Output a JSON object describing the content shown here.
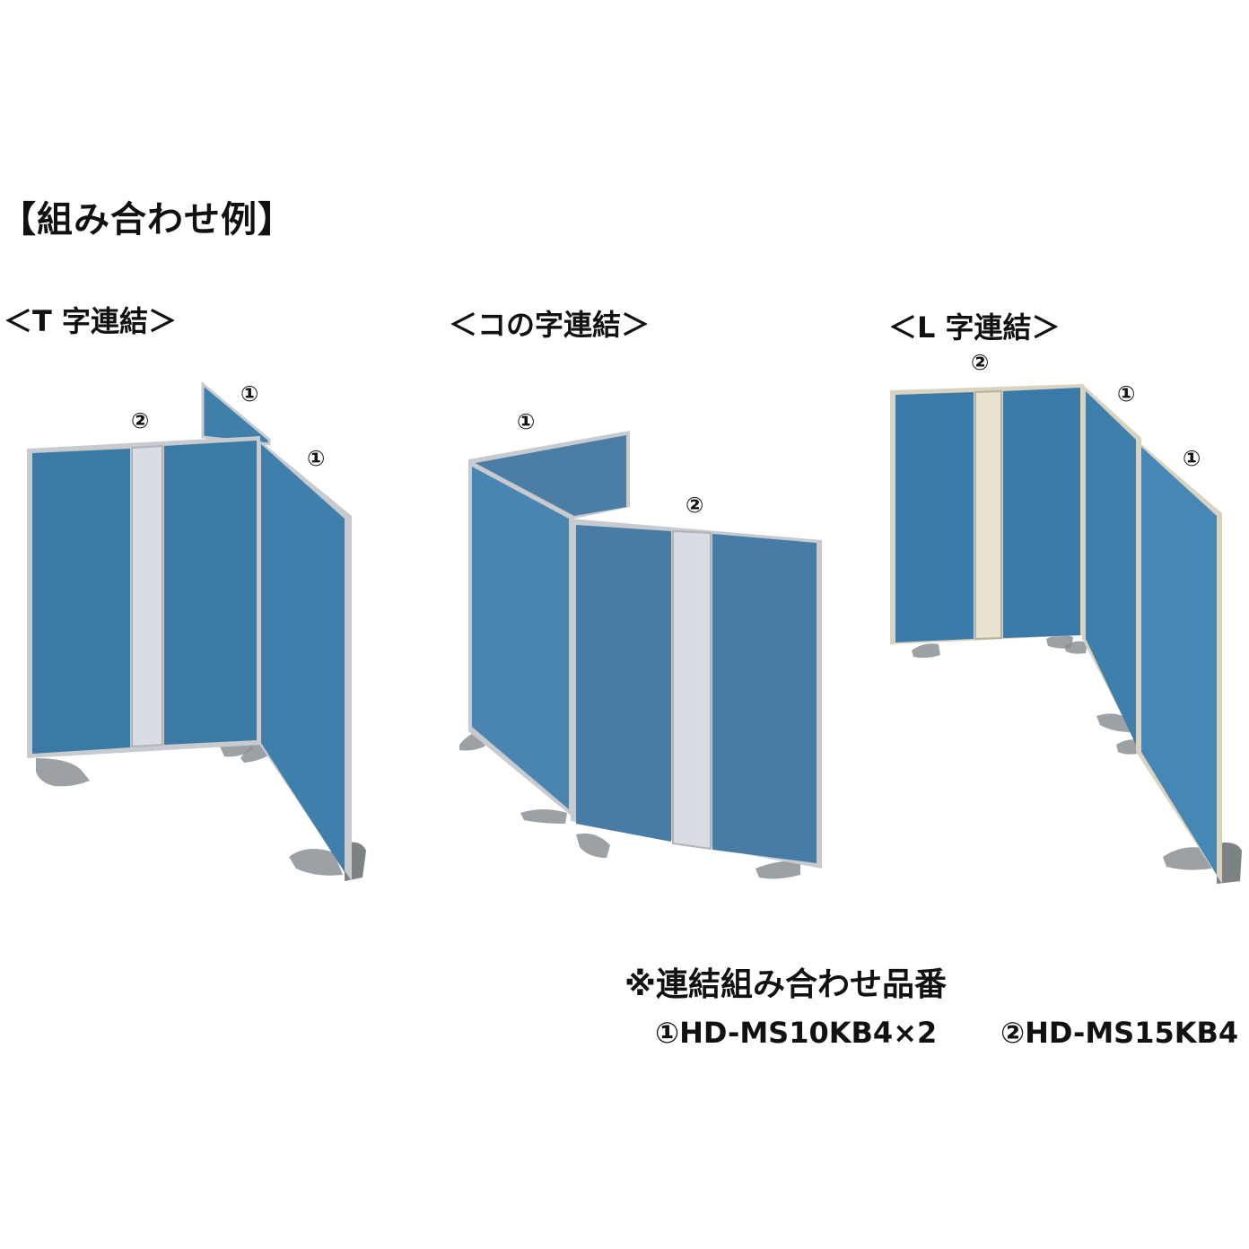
{
  "title": "【組み合わせ例】",
  "sections": {
    "t": {
      "label": "＜T 字連結＞"
    },
    "u": {
      "label": "＜コの字連結＞"
    },
    "l": {
      "label": "＜L 字連結＞"
    }
  },
  "markers": {
    "one": "①",
    "two": "②"
  },
  "note": "※連結組み合わせ品番",
  "part_numbers": {
    "p1": "①HD-MS10KB4×2",
    "p2": "②HD-MS15KB4"
  },
  "colors": {
    "panel": "#3a7aa4",
    "panel_dark": "#33698f",
    "panel_side": "#4584b0",
    "frame": "#c7cbcf",
    "window": "#d7dde2",
    "window_warm": "#e8e2cf",
    "shadow": "#8b9095"
  }
}
